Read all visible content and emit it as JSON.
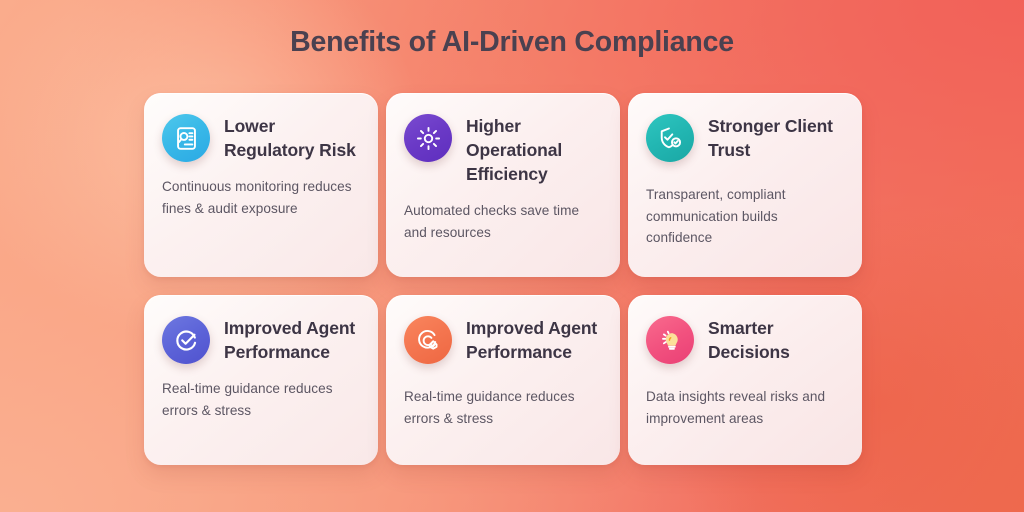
{
  "header": {
    "title": "Benefits of AI-Driven Compliance"
  },
  "theme": {
    "background_start": "#FAAC8C",
    "background_end": "#EE6A4E",
    "title_color": "#4A4150",
    "card_background": "#FBF4F5",
    "card_title_color": "#3D3545",
    "card_text_color": "#5C5663"
  },
  "cards": [
    {
      "icon": "document-search-icon",
      "icon_class": "ico-doc-search",
      "icon_color": "#33B4E6",
      "title": "Lower Regulatory Risk",
      "description": "Continuous monitoring reduces fines & audit exposure",
      "desc_class": ""
    },
    {
      "icon": "gear-icon",
      "icon_class": "ico-gear",
      "icon_color": "#6A39C6",
      "title": "Higher Operational Efficiency",
      "description": "Automated checks save time and resources",
      "desc_class": ""
    },
    {
      "icon": "shield-check-icon",
      "icon_class": "ico-shield-check",
      "icon_color": "#22B6B2",
      "title": "Stronger Client Trust",
      "description": "Transparent, compliant communication builds confidence",
      "desc_class": "push"
    },
    {
      "icon": "check-circle-icon",
      "icon_class": "ico-check-circle",
      "icon_color": "#5C63D8",
      "title": "Improved Agent Performance",
      "description": "Real-time guidance reduces errors & stress",
      "desc_class": ""
    },
    {
      "icon": "target-check-icon",
      "icon_class": "ico-target",
      "icon_color": "#F4754F",
      "title": "Improved Agent Performance",
      "description": "Real-time guidance reduces errors & stress",
      "desc_class": "push"
    },
    {
      "icon": "lightbulb-icon",
      "icon_class": "ico-bulb",
      "icon_color": "#F2527F",
      "title": "Smarter Decisions",
      "description": "Data insights reveal risks and improvement areas",
      "desc_class": "push"
    }
  ]
}
